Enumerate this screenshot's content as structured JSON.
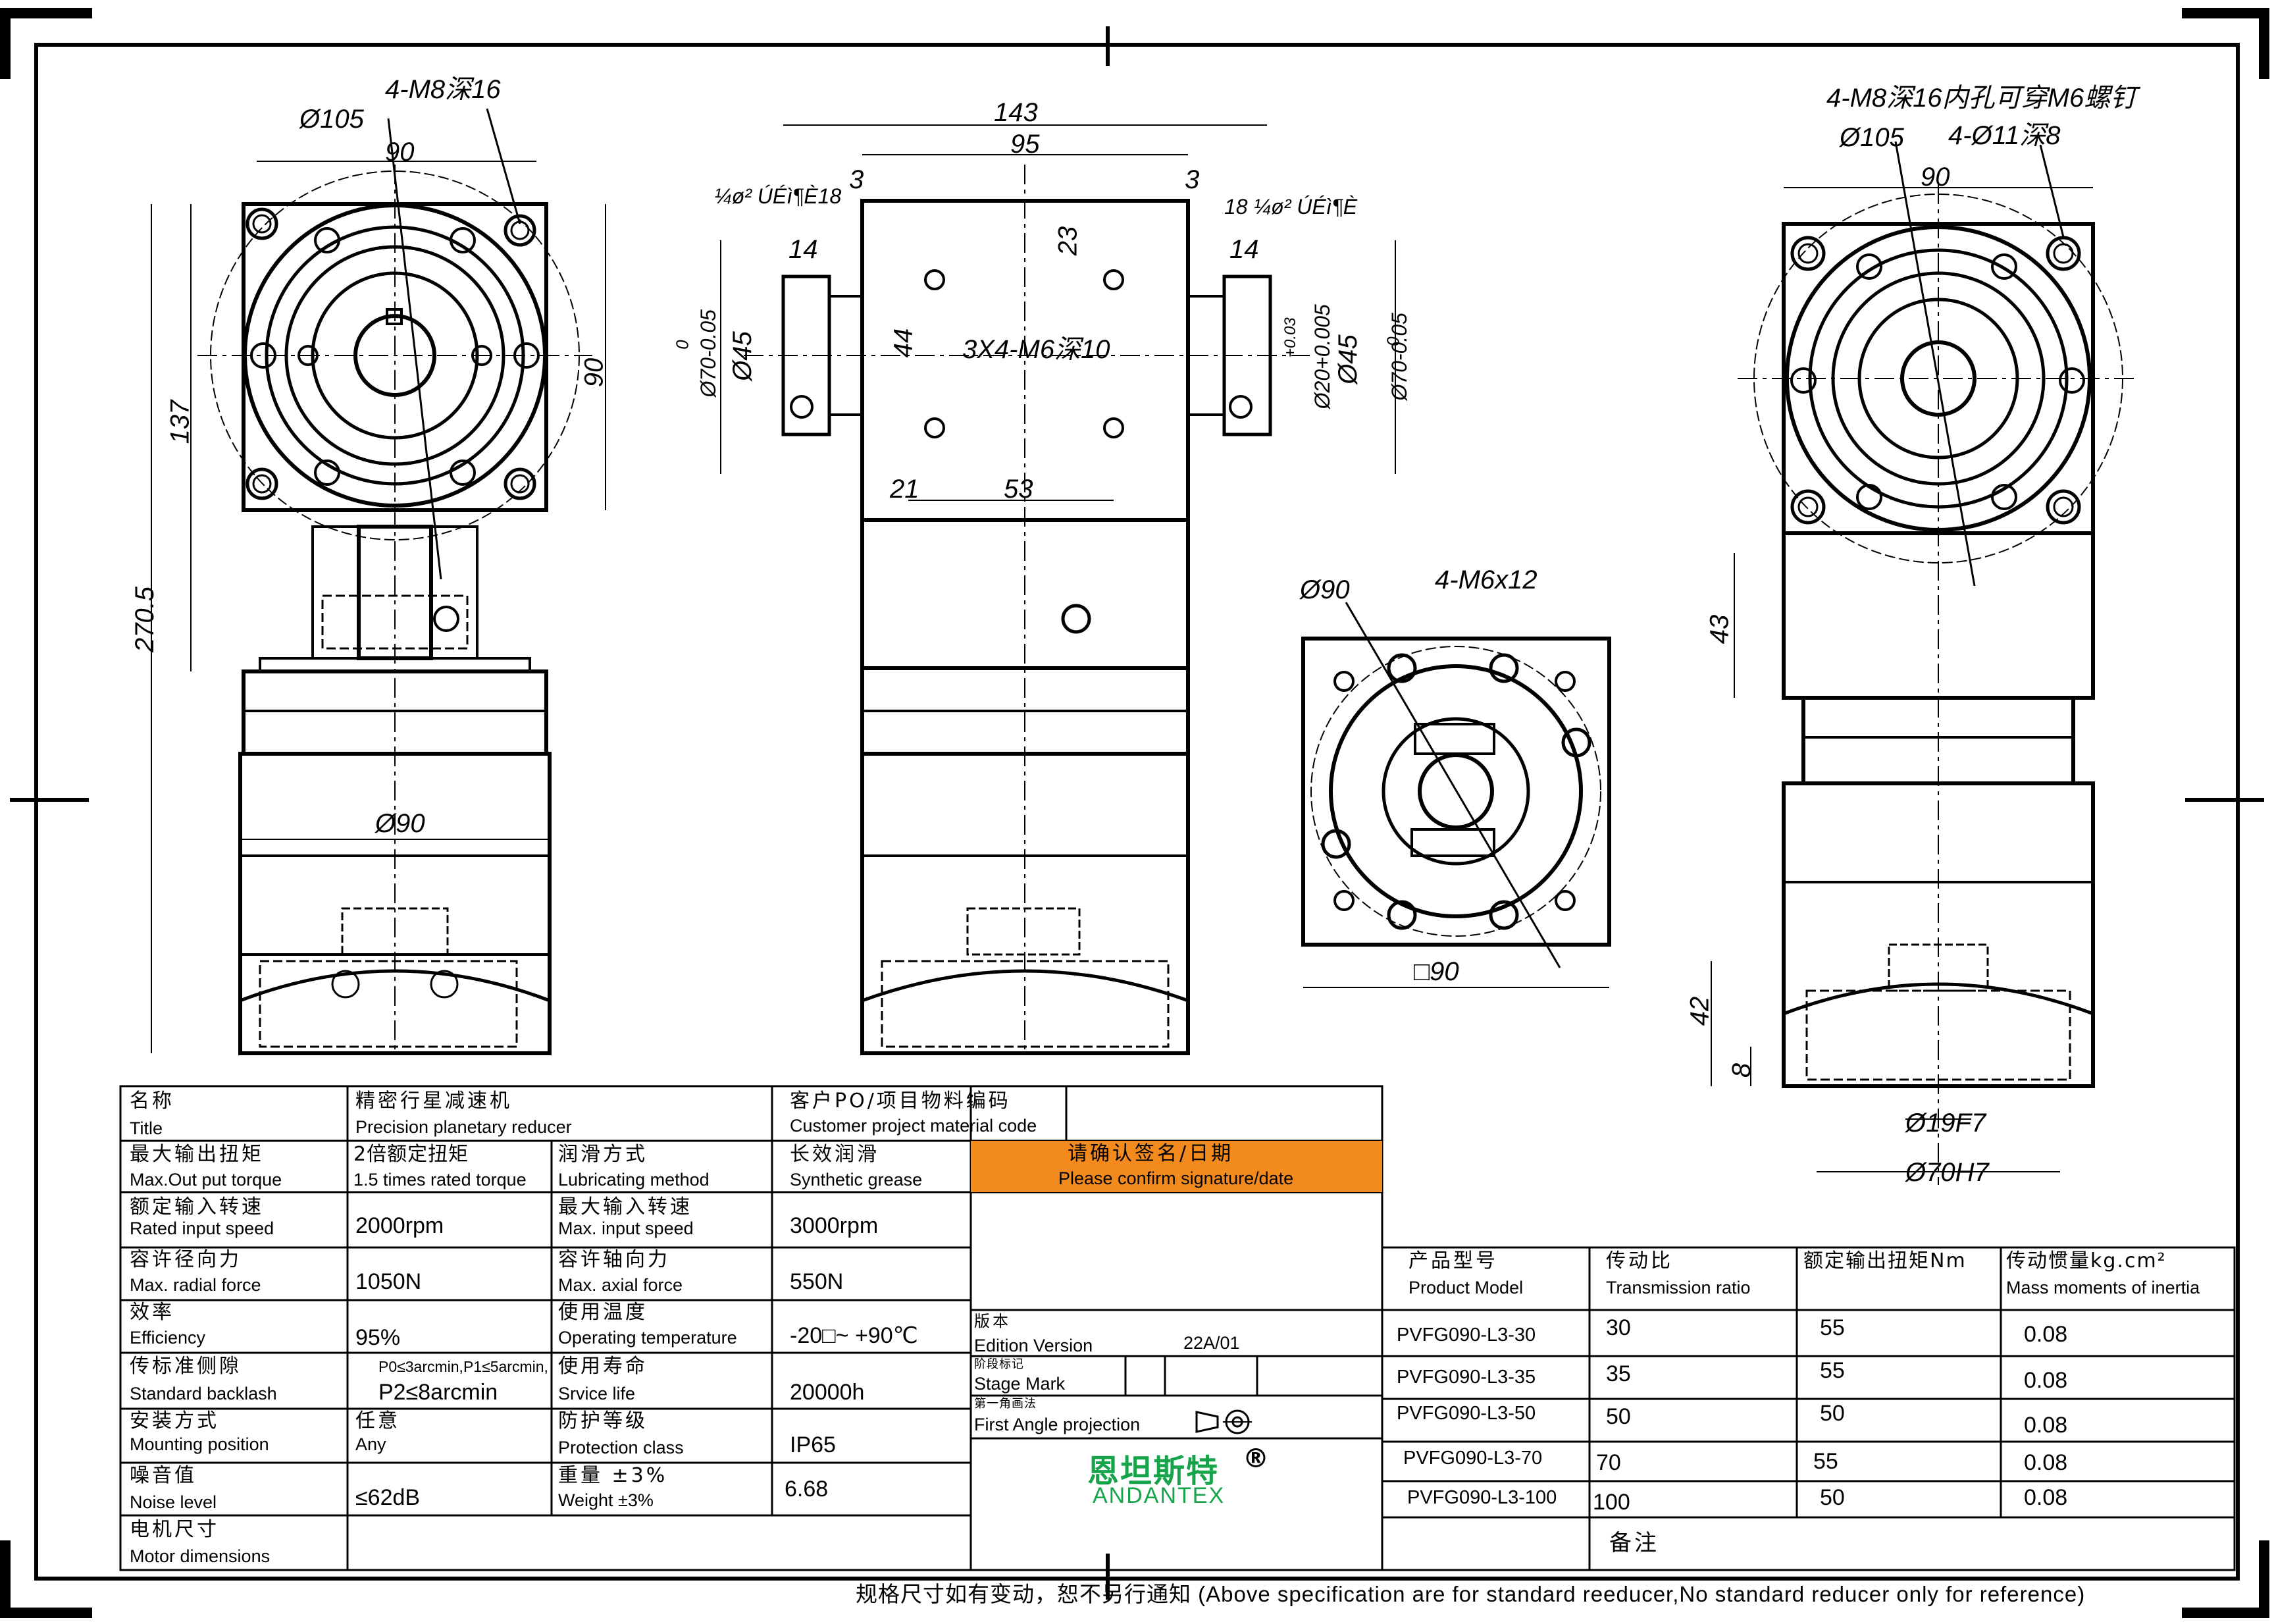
{
  "colors": {
    "line": "#000000",
    "accent_orange": "#f28a1e",
    "brand_green": "#17a34a"
  },
  "dims": {
    "top_4m8": "4-M8深16",
    "phi105_left": "Ø105",
    "w90_left": "90",
    "h137": "137",
    "h90": "90",
    "h270_5": "270.5",
    "phi90_left": "Ø90",
    "w143": "143",
    "w95": "95",
    "w3a": "3",
    "w3b": "3",
    "left_keyway": "¼ø² ÚÉì¶È18",
    "right_keyway": "18 ¼ø² ÚÉì¶È",
    "w14a": "14",
    "w14b": "14",
    "h23": "23",
    "phi70a": "Ø70-0.05",
    "phi70a_zero": "0",
    "phi45a": "Ø45",
    "h44": "44",
    "m6_holes": "3X4-M6深10",
    "phi20": "Ø20+0.005",
    "phi20_tol": "+0.03",
    "phi45b": "Ø45",
    "phi70b": "Ø70-0.05",
    "phi70b_zero": "0",
    "w21": "21",
    "w53": "53",
    "phi90_mid": "Ø90",
    "m6x12": "4-M6x12",
    "sq90": "□90",
    "right_top": "4-M8深16内孔可穿M6螺钉",
    "phi105_right": "Ø105",
    "phi11": "4-Ø11深8",
    "w90_right": "90",
    "h43": "43",
    "h42": "42",
    "h8": "8",
    "phi19": "Ø19F7",
    "phi70h7": "Ø70H7"
  },
  "spec": {
    "name_cn": "名称",
    "name_en": "Title",
    "name_val_cn": "精密行星减速机",
    "name_val_en": "Precision planetary reducer",
    "cust_cn": "客户PO/项目物料编码",
    "cust_en": "Customer project material code",
    "torque_cn": "最大输出扭矩",
    "torque_en": "Max.Out put torque",
    "torque_val_cn": "2倍额定扭矩",
    "torque_val_en": "1.5 times rated torque",
    "lube_cn": "润滑方式",
    "lube_en": "Lubricating method",
    "lube_val_cn": "长效润滑",
    "lube_val_en": "Synthetic grease",
    "confirm_cn": "请确认签名/日期",
    "confirm_en": "Please confirm signature/date",
    "rin_cn": "额定输入转速",
    "rin_en": "Rated input speed",
    "rin_val": "2000rpm",
    "maxin_cn": "最大输入转速",
    "maxin_en": "Max. input speed",
    "maxin_val": "3000rpm",
    "radial_cn": "容许径向力",
    "radial_en": "Max. radial force",
    "radial_val": "1050N",
    "axial_cn": "容许轴向力",
    "axial_en": "Max. axial force",
    "axial_val": "550N",
    "eff_cn": "效率",
    "eff_en": "Efficiency",
    "eff_val": "95%",
    "temp_cn": "使用温度",
    "temp_en": "Operating temperature",
    "temp_val": "-20□~ +90℃",
    "backlash_cn": "传标准侧隙",
    "backlash_en": "Standard backlash",
    "backlash_val1": "P0≤3arcmin,P1≤5arcmin,",
    "backlash_val2": "P2≤8arcmin",
    "life_cn": "使用寿命",
    "life_en": "Srvice life",
    "life_val": "20000h",
    "mount_cn": "安装方式",
    "mount_en": "Mounting position",
    "mount_val_cn": "任意",
    "mount_val_en": "Any",
    "prot_cn": "防护等级",
    "prot_en": "Protection class",
    "prot_val": "IP65",
    "noise_cn": "噪音值",
    "noise_en": "Noise level",
    "noise_val": "≤62dB",
    "weight_cn": "重量 ±3%",
    "weight_en": "Weight ±3%",
    "weight_val": "6.68",
    "motor_cn": "电机尺寸",
    "motor_en": "Motor dimensions",
    "edition_cn": "版本",
    "edition_en": "Edition Version",
    "edition_val": "22A/01",
    "stage_cn": "阶段标记",
    "stage_en": "Stage Mark",
    "proj_cn": "第一角画法",
    "proj_en": "First Angle projection",
    "brand_cn": "恩坦斯特",
    "brand_reg": "®",
    "brand_en": "ANDANTEX"
  },
  "models": {
    "h_model_cn": "产品型号",
    "h_model_en": "Product Model",
    "h_ratio_cn": "传动比",
    "h_ratio_en": "Transmission ratio",
    "h_torque": "额定输出扭矩Nm",
    "h_inertia_cn": "传动惯量kg.cm²",
    "h_inertia_en": "Mass moments of inertia",
    "rows": [
      {
        "model": "PVFG090-L3-30",
        "ratio": "30",
        "torque": "55",
        "inertia": "0.08"
      },
      {
        "model": "PVFG090-L3-35",
        "ratio": "35",
        "torque": "55",
        "inertia": "0.08"
      },
      {
        "model": "PVFG090-L3-50",
        "ratio": "50",
        "torque": "50",
        "inertia": "0.08"
      },
      {
        "model": "PVFG090-L3-70",
        "ratio": "70",
        "torque": "55",
        "inertia": "0.08"
      },
      {
        "model": "PVFG090-L3-100",
        "ratio": "100",
        "torque": "50",
        "inertia": "0.08"
      }
    ],
    "remark": "备注"
  },
  "footer": "规格尺寸如有变动，恕不另行通知 (Above specification are for standard reeducer,No standard reducer only for reference)"
}
